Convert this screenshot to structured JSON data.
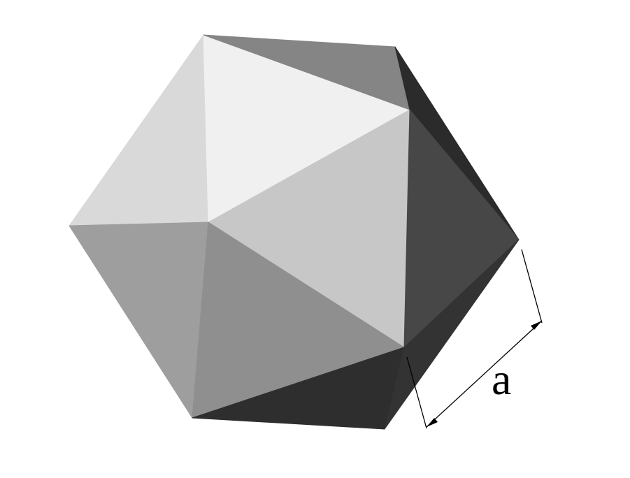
{
  "diagram": {
    "subject": "icosahedron",
    "edge_label": "a",
    "faces": [
      {
        "name": "top-left-face",
        "shade": "#d9d9d9"
      },
      {
        "name": "top-front-face",
        "shade": "#f0f0f0"
      },
      {
        "name": "top-back-face",
        "shade": "#858585"
      },
      {
        "name": "right-back-edge-face",
        "shade": "#2b2b2b"
      },
      {
        "name": "center-face",
        "shade": "#c7c7c7"
      },
      {
        "name": "right-face",
        "shade": "#474747"
      },
      {
        "name": "left-face",
        "shade": "#9e9e9e"
      },
      {
        "name": "bottom-center-face",
        "shade": "#8f8f8f"
      },
      {
        "name": "bottom-right-face",
        "shade": "#2e2e2e"
      },
      {
        "name": "bottom-right-small-face",
        "shade": "#333333"
      }
    ],
    "dimension_line_color": "#000000"
  }
}
